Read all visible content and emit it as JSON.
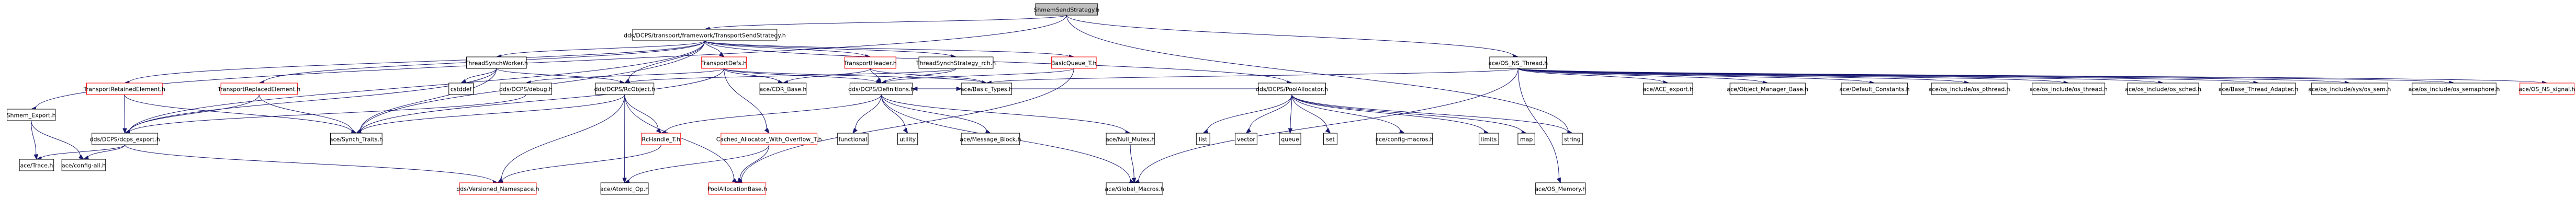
{
  "graph": {
    "colors": {
      "edge": "#191970",
      "node_border": "#000000",
      "node_fill": "#ffffff",
      "root_fill": "#bfbfbf",
      "link_missing_border": "#ff0000"
    },
    "nodes": [
      {
        "id": "root",
        "label": "ShmemSendStrategy.h",
        "kind": "root"
      },
      {
        "id": "tss",
        "label": "dds/DCPS/transport/framework/TransportSendStrategy.h",
        "kind": "normal"
      },
      {
        "id": "osnsthread",
        "label": "ace/OS_NS_Thread.h",
        "kind": "normal"
      },
      {
        "id": "shmemexport",
        "label": "Shmem_Export.h",
        "kind": "normal"
      },
      {
        "id": "trtetained",
        "label": "TransportRetainedElement.h",
        "kind": "red"
      },
      {
        "id": "trreplaced",
        "label": "TransportReplacedElement.h",
        "kind": "red"
      },
      {
        "id": "tsw",
        "label": "ThreadSynchWorker.h",
        "kind": "normal"
      },
      {
        "id": "tdefs",
        "label": "TransportDefs.h",
        "kind": "red"
      },
      {
        "id": "theader",
        "label": "TransportHeader.h",
        "kind": "red"
      },
      {
        "id": "tsstrategy",
        "label": "ThreadSynchStrategy_rch.h",
        "kind": "normal"
      },
      {
        "id": "basicqueue",
        "label": "BasicQueue_T.h",
        "kind": "red"
      },
      {
        "id": "poolalloc",
        "label": "dds/DCPS/PoolAllocator.h",
        "kind": "normal"
      },
      {
        "id": "trace",
        "label": "ace/Trace.h",
        "kind": "normal"
      },
      {
        "id": "configall",
        "label": "ace/config-all.h",
        "kind": "normal"
      },
      {
        "id": "dcpsexport",
        "label": "dds/DCPS/dcps_export.h",
        "kind": "normal"
      },
      {
        "id": "synchtraits",
        "label": "ace/Synch_Traits.h",
        "kind": "normal"
      },
      {
        "id": "cstddef",
        "label": "cstddef",
        "kind": "normal"
      },
      {
        "id": "ddsdebug",
        "label": "dds/DCPS/debug.h",
        "kind": "normal"
      },
      {
        "id": "rcobject",
        "label": "dds/DCPS/RcObject.h",
        "kind": "normal"
      },
      {
        "id": "cdrbase",
        "label": "ace/CDR_Base.h",
        "kind": "normal"
      },
      {
        "id": "defs",
        "label": "dds/DCPS/Definitions.h",
        "kind": "normal"
      },
      {
        "id": "basictypes",
        "label": "ace/Basic_Types.h",
        "kind": "normal"
      },
      {
        "id": "rchandle",
        "label": "RcHandle_T.h",
        "kind": "red"
      },
      {
        "id": "cachedalloc",
        "label": "Cached_Allocator_With_Overflow_T.h",
        "kind": "red"
      },
      {
        "id": "functional",
        "label": "functional",
        "kind": "normal"
      },
      {
        "id": "utility",
        "label": "utility",
        "kind": "normal"
      },
      {
        "id": "msgblock",
        "label": "ace/Message_Block.h",
        "kind": "normal"
      },
      {
        "id": "nullmutex",
        "label": "ace/Null_Mutex.h",
        "kind": "normal"
      },
      {
        "id": "globalmacros",
        "label": "ace/Global_Macros.h",
        "kind": "normal"
      },
      {
        "id": "list",
        "label": "list",
        "kind": "normal"
      },
      {
        "id": "vector",
        "label": "vector",
        "kind": "normal"
      },
      {
        "id": "queue",
        "label": "queue",
        "kind": "normal"
      },
      {
        "id": "set",
        "label": "set",
        "kind": "normal"
      },
      {
        "id": "configmacros",
        "label": "ace/config-macros.h",
        "kind": "normal"
      },
      {
        "id": "limits",
        "label": "limits",
        "kind": "normal"
      },
      {
        "id": "map",
        "label": "map",
        "kind": "normal"
      },
      {
        "id": "string",
        "label": "string",
        "kind": "normal"
      },
      {
        "id": "versioned",
        "label": "dds/Versioned_Namespace.h",
        "kind": "red"
      },
      {
        "id": "atomicop",
        "label": "ace/Atomic_Op.h",
        "kind": "normal"
      },
      {
        "id": "poolallocbase",
        "label": "PoolAllocationBase.h",
        "kind": "red"
      },
      {
        "id": "aceexport",
        "label": "ace/ACE_export.h",
        "kind": "normal"
      },
      {
        "id": "objmgrbase",
        "label": "ace/Object_Manager_Base.h",
        "kind": "normal"
      },
      {
        "id": "defconst",
        "label": "ace/Default_Constants.h",
        "kind": "normal"
      },
      {
        "id": "pthread",
        "label": "ace/os_include/os_pthread.h",
        "kind": "normal"
      },
      {
        "id": "thread",
        "label": "ace/os_include/os_thread.h",
        "kind": "normal"
      },
      {
        "id": "sched",
        "label": "ace/os_include/os_sched.h",
        "kind": "normal"
      },
      {
        "id": "basethreadadapter",
        "label": "ace/Base_Thread_Adapter.h",
        "kind": "normal"
      },
      {
        "id": "syssem",
        "label": "ace/os_include/sys/os_sem.h",
        "kind": "normal"
      },
      {
        "id": "semaphore",
        "label": "ace/os_include/os_semaphore.h",
        "kind": "normal"
      },
      {
        "id": "ossignal",
        "label": "ace/OS_NS_signal.h",
        "kind": "red"
      },
      {
        "id": "osmemory",
        "label": "ace/OS_Memory.h",
        "kind": "normal"
      }
    ],
    "edges": [
      [
        "root",
        "tss"
      ],
      [
        "root",
        "osnsthread"
      ],
      [
        "root",
        "shmemexport"
      ],
      [
        "root",
        "string"
      ],
      [
        "tss",
        "trtetained"
      ],
      [
        "tss",
        "trreplaced"
      ],
      [
        "tss",
        "tsw"
      ],
      [
        "tss",
        "tdefs"
      ],
      [
        "tss",
        "theader"
      ],
      [
        "tss",
        "tsstrategy"
      ],
      [
        "tss",
        "basicqueue"
      ],
      [
        "tss",
        "poolalloc"
      ],
      [
        "tss",
        "dcpsexport"
      ],
      [
        "tss",
        "synchtraits"
      ],
      [
        "tss",
        "rcobject"
      ],
      [
        "osnsthread",
        "basictypes"
      ],
      [
        "osnsthread",
        "aceexport"
      ],
      [
        "osnsthread",
        "objmgrbase"
      ],
      [
        "osnsthread",
        "defconst"
      ],
      [
        "osnsthread",
        "pthread"
      ],
      [
        "osnsthread",
        "thread"
      ],
      [
        "osnsthread",
        "sched"
      ],
      [
        "osnsthread",
        "basethreadadapter"
      ],
      [
        "osnsthread",
        "syssem"
      ],
      [
        "osnsthread",
        "semaphore"
      ],
      [
        "osnsthread",
        "ossignal"
      ],
      [
        "osnsthread",
        "osmemory"
      ],
      [
        "osnsthread",
        "globalmacros"
      ],
      [
        "shmemexport",
        "trace"
      ],
      [
        "shmemexport",
        "configall"
      ],
      [
        "trtetained",
        "dcpsexport"
      ],
      [
        "trtetained",
        "synchtraits"
      ],
      [
        "trreplaced",
        "dcpsexport"
      ],
      [
        "trreplaced",
        "synchtraits"
      ],
      [
        "tsw",
        "dcpsexport"
      ],
      [
        "tsw",
        "synchtraits"
      ],
      [
        "tsw",
        "cstddef"
      ],
      [
        "tsw",
        "rcobject"
      ],
      [
        "tdefs",
        "ddsdebug"
      ],
      [
        "tdefs",
        "cdrbase"
      ],
      [
        "tdefs",
        "defs"
      ],
      [
        "tdefs",
        "basictypes"
      ],
      [
        "tdefs",
        "cachedalloc"
      ],
      [
        "tdefs",
        "synchtraits"
      ],
      [
        "theader",
        "defs"
      ],
      [
        "theader",
        "basictypes"
      ],
      [
        "theader",
        "cdrbase"
      ],
      [
        "tsstrategy",
        "defs"
      ],
      [
        "tsstrategy",
        "rcobject"
      ],
      [
        "basicqueue",
        "defs"
      ],
      [
        "basicqueue",
        "poolallocbase"
      ],
      [
        "poolalloc",
        "defs"
      ],
      [
        "poolalloc",
        "list"
      ],
      [
        "poolalloc",
        "vector"
      ],
      [
        "poolalloc",
        "queue"
      ],
      [
        "poolalloc",
        "set"
      ],
      [
        "poolalloc",
        "configmacros"
      ],
      [
        "poolalloc",
        "limits"
      ],
      [
        "poolalloc",
        "map"
      ],
      [
        "poolalloc",
        "string"
      ],
      [
        "dcpsexport",
        "trace"
      ],
      [
        "dcpsexport",
        "configall"
      ],
      [
        "dcpsexport",
        "versioned"
      ],
      [
        "ddsdebug",
        "dcpsexport"
      ],
      [
        "rcobject",
        "rchandle"
      ],
      [
        "rcobject",
        "atomicop"
      ],
      [
        "rcobject",
        "versioned"
      ],
      [
        "rcobject",
        "poolallocbase"
      ],
      [
        "rcobject",
        "synchtraits"
      ],
      [
        "defs",
        "rchandle"
      ],
      [
        "defs",
        "functional"
      ],
      [
        "defs",
        "utility"
      ],
      [
        "defs",
        "msgblock"
      ],
      [
        "defs",
        "nullmutex"
      ],
      [
        "defs",
        "globalmacros"
      ],
      [
        "defs",
        "basictypes"
      ],
      [
        "cachedalloc",
        "poolallocbase"
      ],
      [
        "cachedalloc",
        "atomicop"
      ],
      [
        "nullmutex",
        "globalmacros"
      ],
      [
        "rchandle",
        "versioned"
      ]
    ]
  }
}
